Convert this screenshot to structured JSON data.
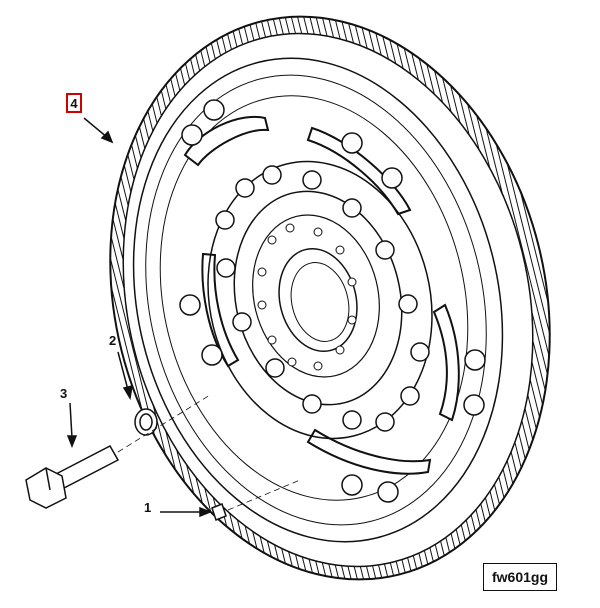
{
  "callouts": {
    "c1": "1",
    "c2": "2",
    "c3": "3",
    "c4": "4"
  },
  "figure_id": "fw601gg",
  "colors": {
    "line": "#111111",
    "highlight_box": "#d10000"
  }
}
